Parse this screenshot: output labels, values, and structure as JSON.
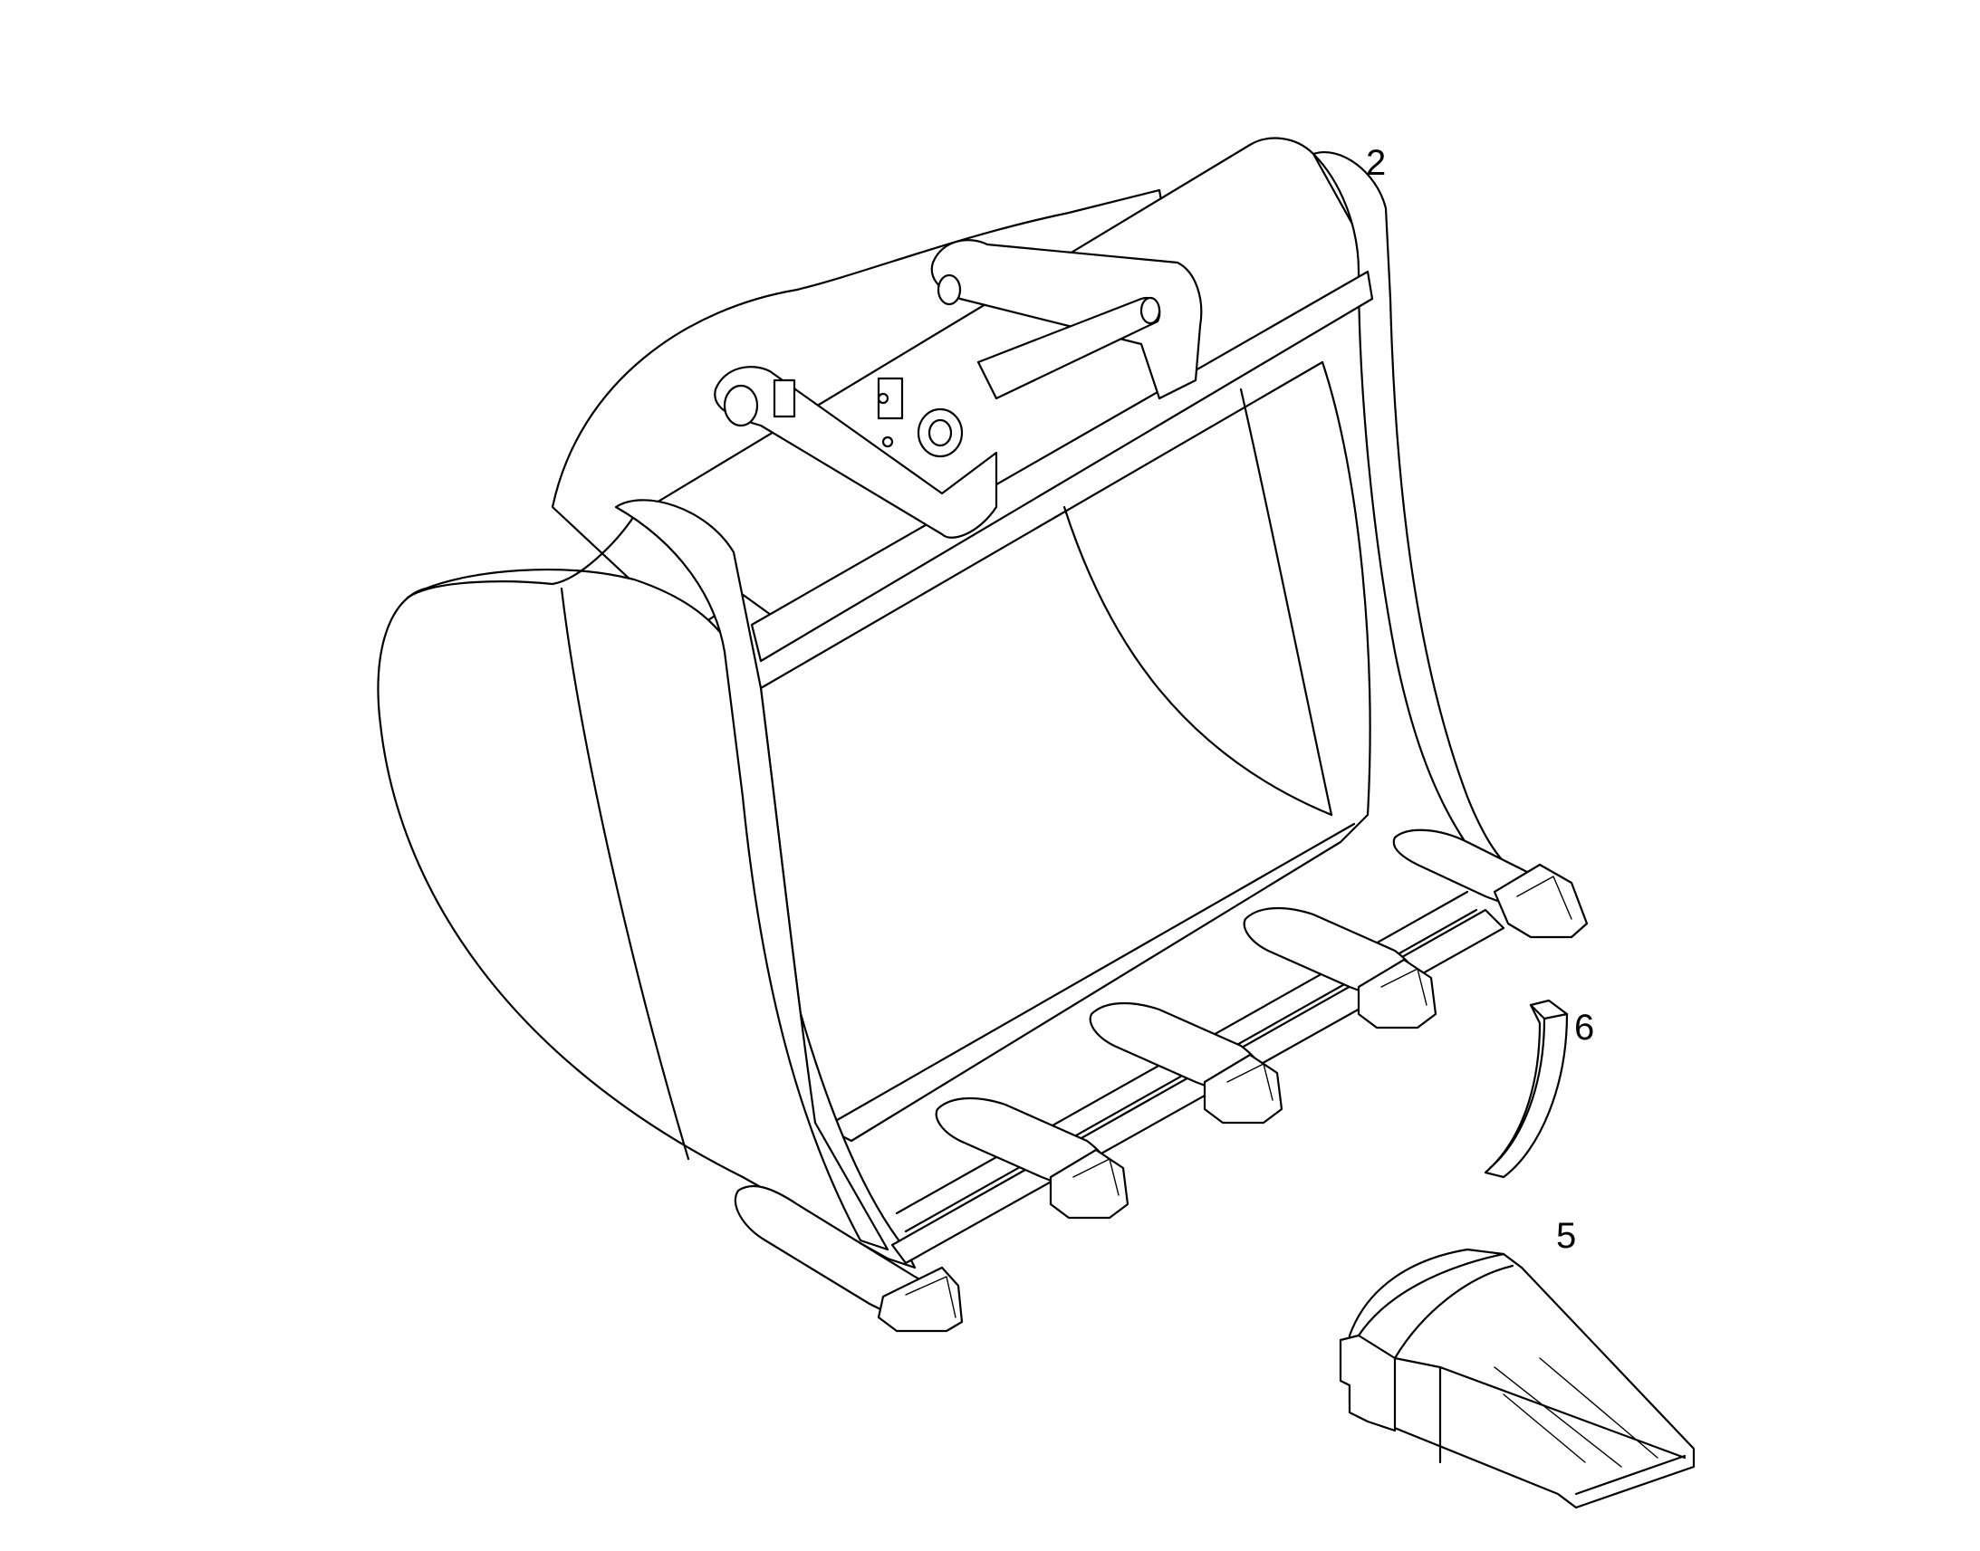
{
  "callouts": [
    {
      "id": "bucket",
      "label": "2"
    },
    {
      "id": "retainer",
      "label": "6"
    },
    {
      "id": "tooth-tip",
      "label": "5"
    }
  ],
  "colors": {
    "line": "#000000",
    "background": "#ffffff"
  }
}
